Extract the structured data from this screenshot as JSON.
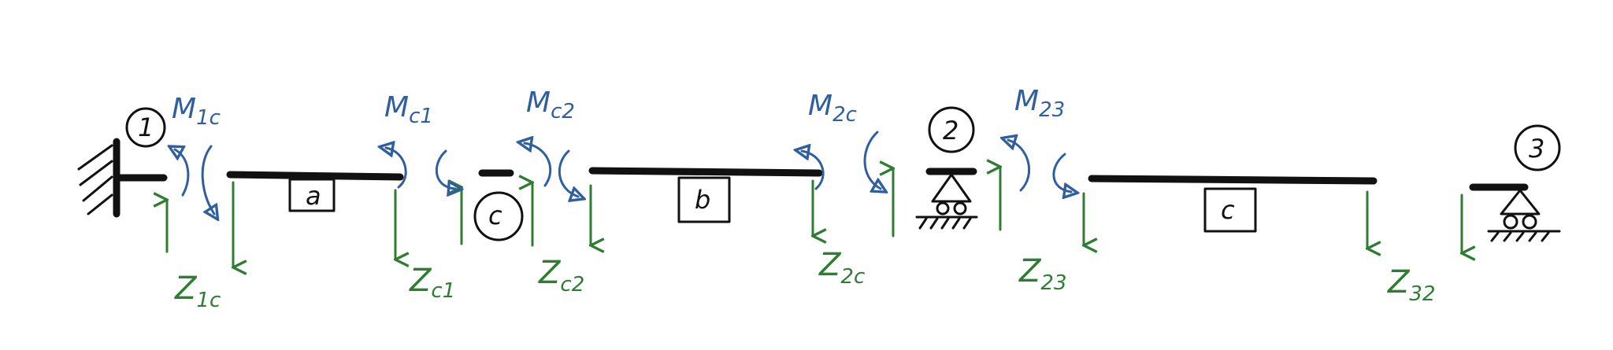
{
  "colors": {
    "beam": "#111111",
    "forces": "#2e7d32",
    "moments": "#2f5f9e"
  },
  "nodes": [
    {
      "id": "node-1",
      "label": "1"
    },
    {
      "id": "node-2",
      "label": "2"
    },
    {
      "id": "node-3",
      "label": "3"
    },
    {
      "id": "hinge-c",
      "label": "c"
    }
  ],
  "segments": [
    {
      "id": "a",
      "label": "a"
    },
    {
      "id": "b",
      "label": "b"
    },
    {
      "id": "c",
      "label": "c"
    }
  ],
  "moments": [
    {
      "id": "m1c",
      "main": "M",
      "sub": "1c"
    },
    {
      "id": "mc1",
      "main": "M",
      "sub": "c1"
    },
    {
      "id": "mc2",
      "main": "M",
      "sub": "c2"
    },
    {
      "id": "m2c",
      "main": "M",
      "sub": "2c"
    },
    {
      "id": "m23",
      "main": "M",
      "sub": "23"
    }
  ],
  "forces": [
    {
      "id": "z1c",
      "main": "Z",
      "sub": "1c"
    },
    {
      "id": "zc1",
      "main": "Z",
      "sub": "c1"
    },
    {
      "id": "zc2",
      "main": "Z",
      "sub": "c2"
    },
    {
      "id": "z2c",
      "main": "Z",
      "sub": "2c"
    },
    {
      "id": "z23",
      "main": "Z",
      "sub": "23"
    },
    {
      "id": "z32",
      "main": "Z",
      "sub": "32"
    }
  ]
}
